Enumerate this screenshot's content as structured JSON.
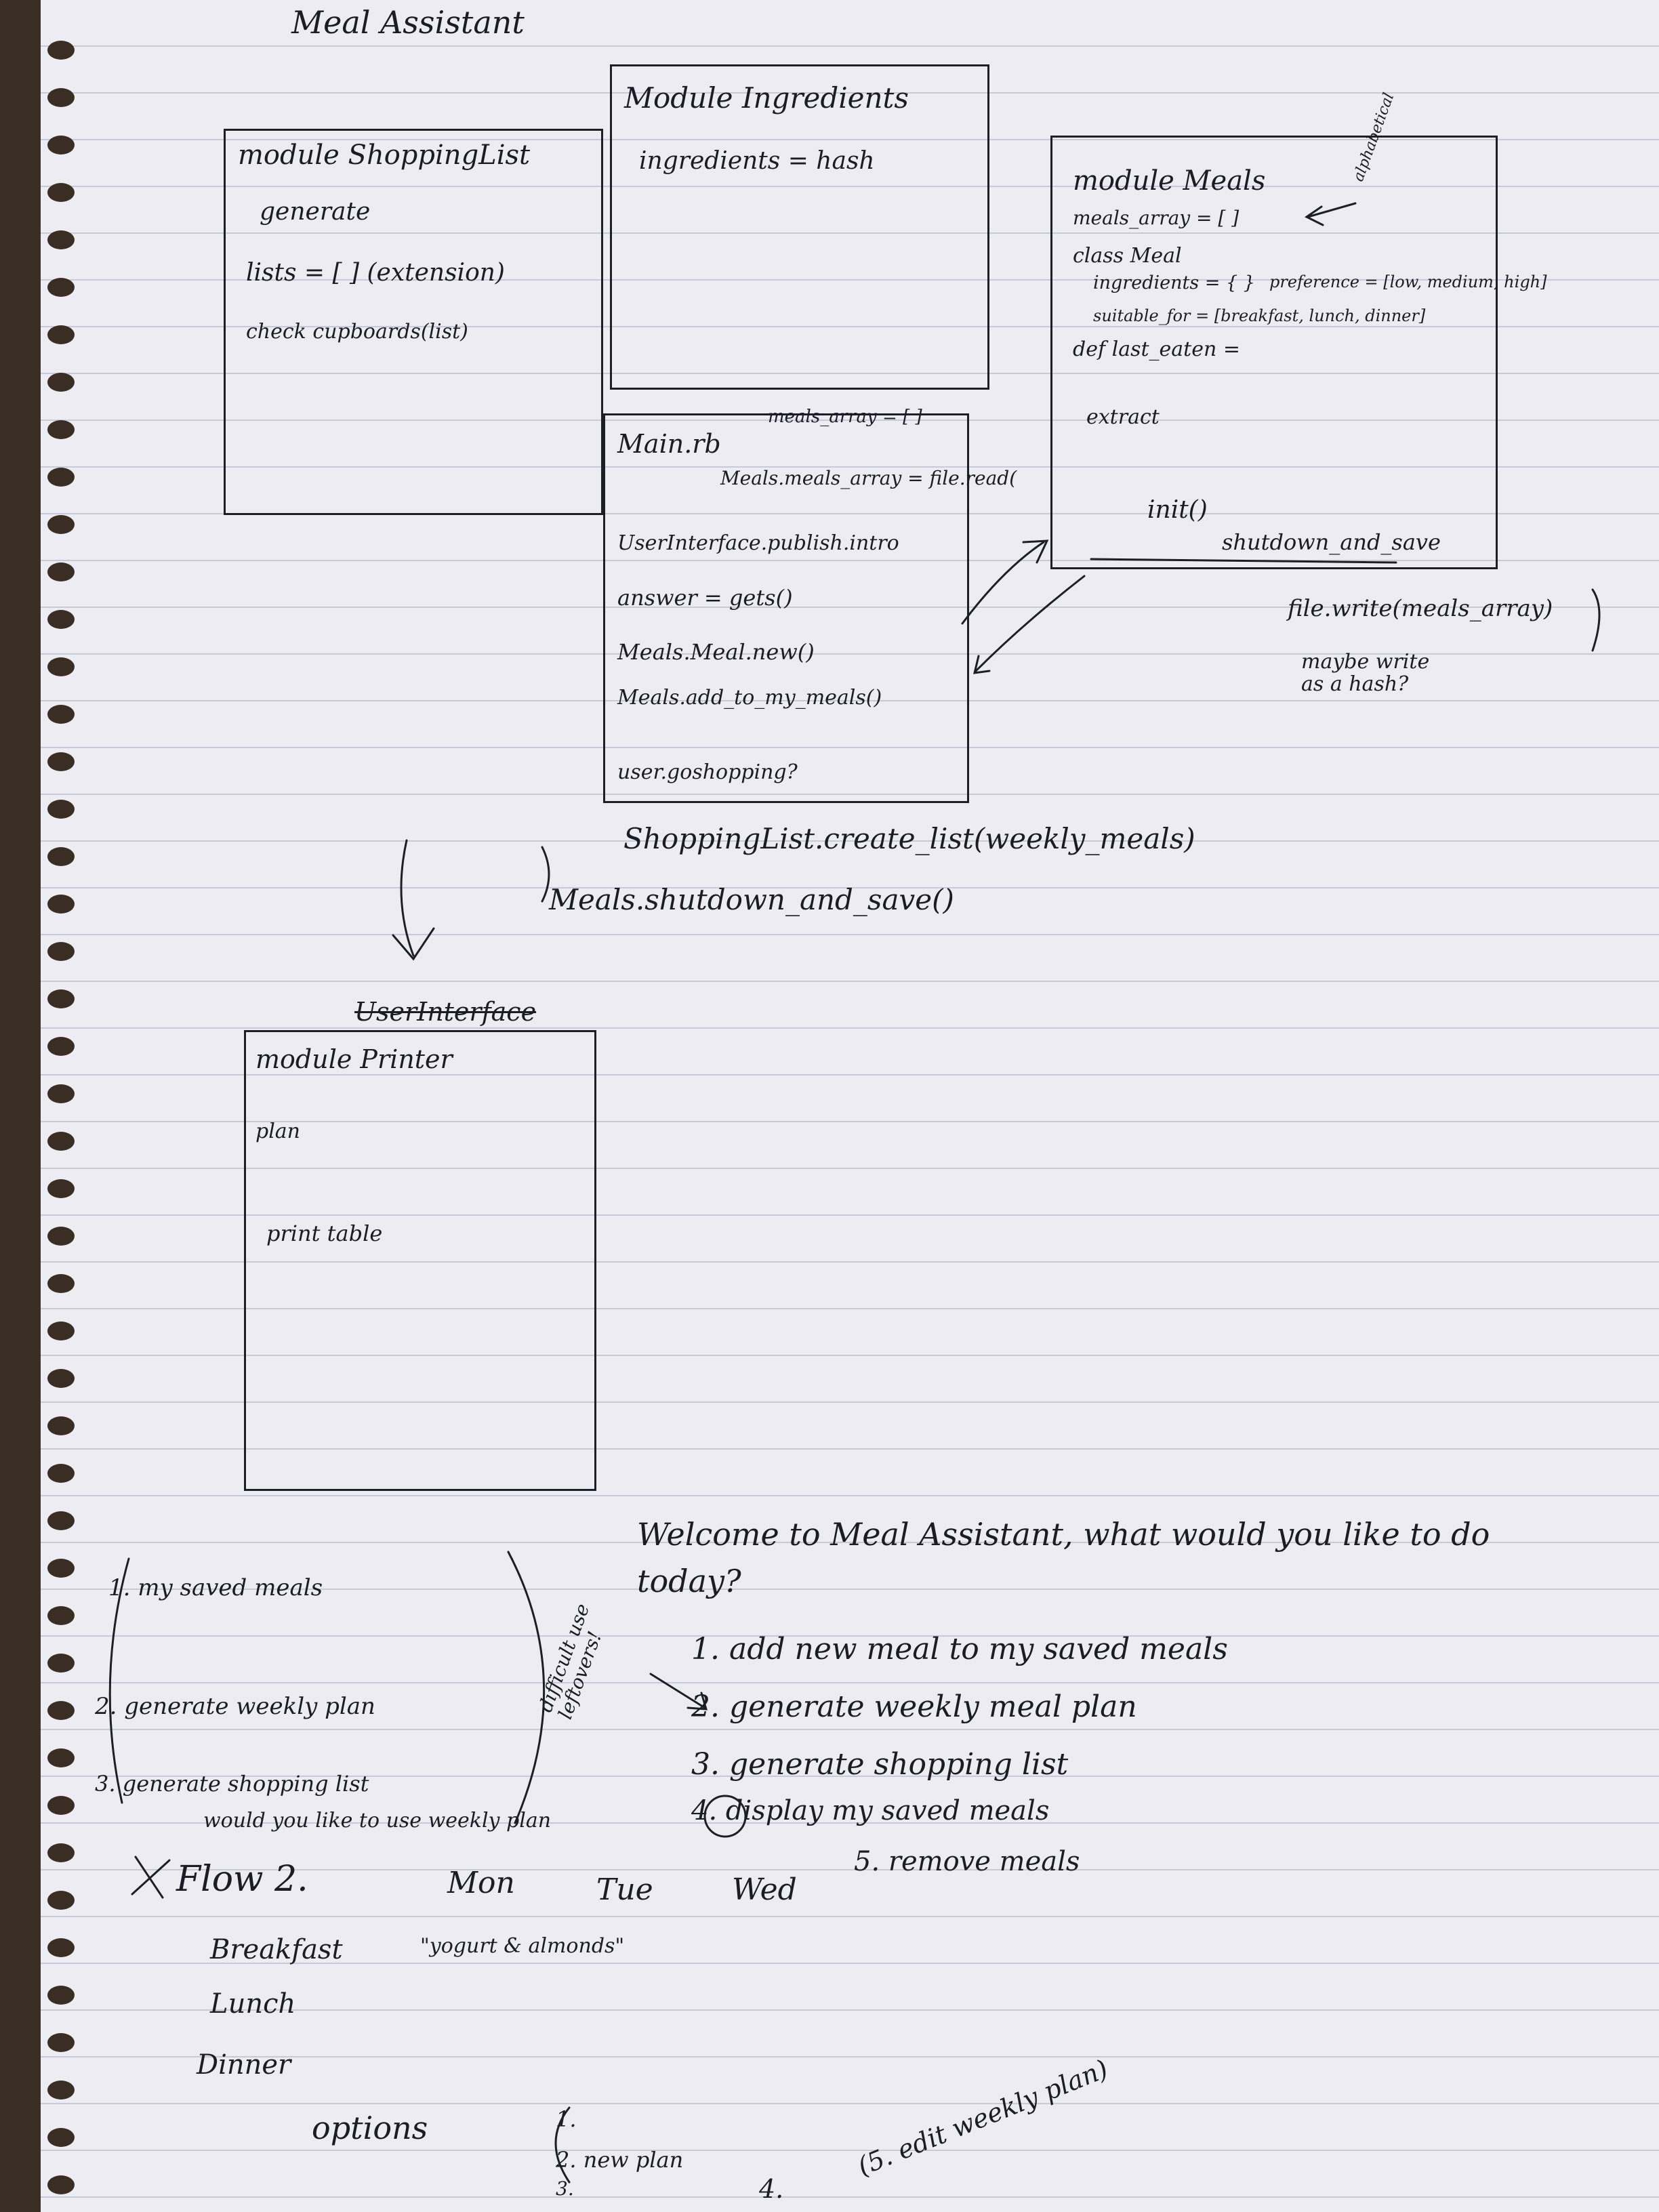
{
  "title": "Meal Assistant",
  "shopping_module": {
    "header": "module ShoppingList",
    "lines": [
      "generate",
      "lists = [ ] (extension)",
      "check cupboards(list)"
    ]
  },
  "ingredients_module": {
    "header": "Module Ingredients",
    "lines": [
      "ingredients = hash"
    ]
  },
  "meals_module": {
    "header": "module Meals",
    "lines": [
      "meals_array = [ ]",
      "class Meal",
      "ingredients = { }",
      "preference = [low, medium, high]",
      "suitable_for = [breakfast, lunch, dinner]",
      "def last_eaten =",
      "extract",
      "init()",
      "shutdown_and_save"
    ],
    "side_note": "alphabetical"
  },
  "main_module": {
    "header": "Main.rb",
    "top_note": "meals_array = [ ]",
    "lines": [
      "Meals.meals_array = file.read(",
      "UserInterface.publish.intro",
      "answer = gets()",
      "Meals.Meal.new()",
      "Meals.add_to_my_meals()",
      "user.goshopping?"
    ],
    "after_lines": [
      "ShoppingList.create_list(weekly_meals)",
      "Meals.shutdown_and_save()"
    ]
  },
  "file_note": [
    "file.write(meals_array)",
    "maybe write as a hash?"
  ],
  "printer_module": {
    "header": "module Printer",
    "crossed": "UserInterface",
    "lines": [
      "plan",
      "print table"
    ]
  },
  "menu": {
    "welcome": "Welcome to Meal Assistant, what would you like to do today?",
    "options": [
      "1. add new meal to my saved meals",
      "2. generate weekly meal plan",
      "3. generate shopping list",
      "4. display my saved meals",
      "5. remove meals"
    ]
  },
  "left_list": {
    "items": [
      "1. my saved meals",
      "2. generate weekly plan",
      "3. generate shopping list",
      "would you like to use weekly plan"
    ],
    "side_note": "difficult use leftovers!"
  },
  "flow": {
    "label": "Flow 2.",
    "days": [
      "Mon",
      "Tue",
      "Wed"
    ],
    "meals": [
      "Breakfast",
      "Lunch",
      "Dinner"
    ],
    "example": "\"yogurt & almonds\""
  },
  "options_block": {
    "label": "options",
    "items": [
      "1.",
      "2. new plan",
      "3.",
      "4.",
      "(5. edit weekly plan)"
    ]
  }
}
